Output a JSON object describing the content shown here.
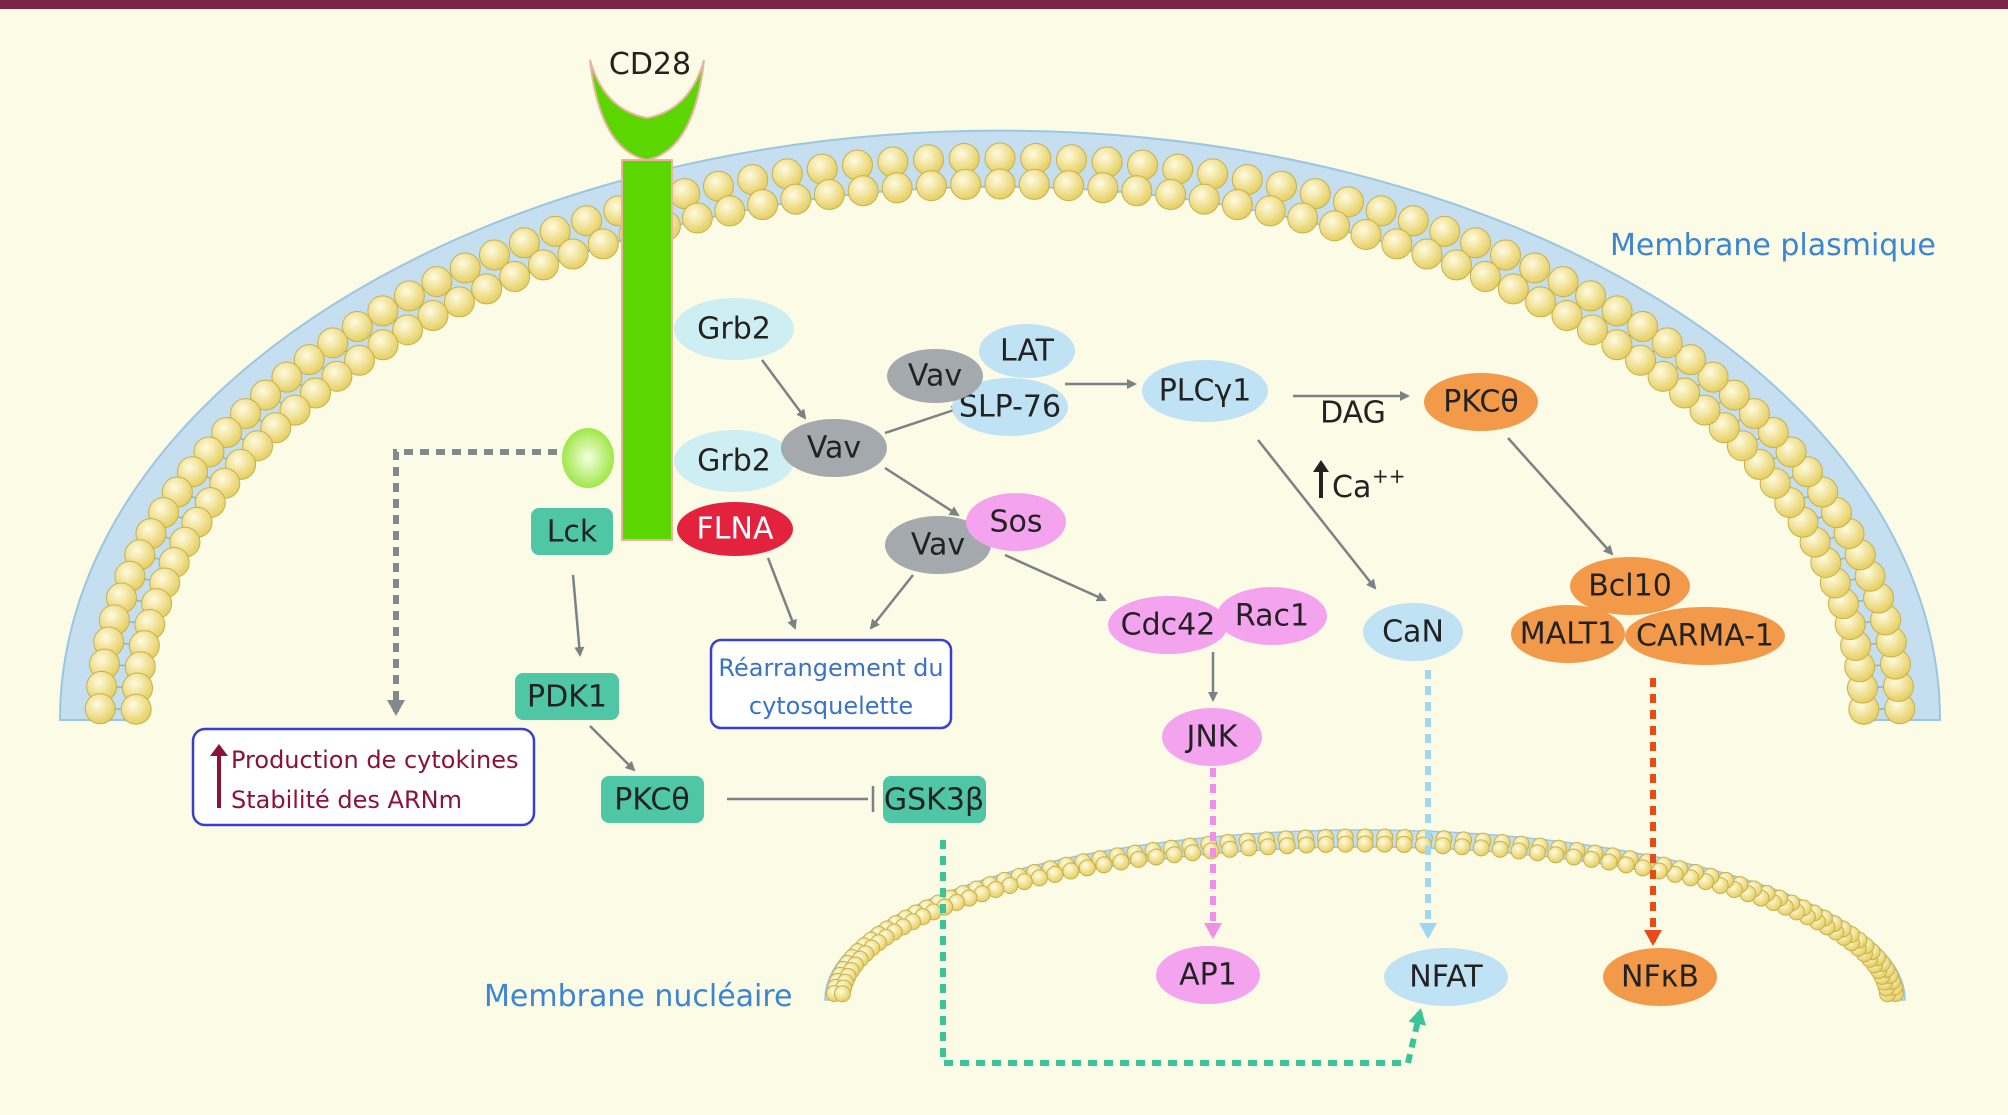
{
  "labels": {
    "cd28": "CD28",
    "membrane_plasmique": "Membrane plasmique",
    "membrane_nucleaire": "Membrane nucléaire",
    "grb2_top": "Grb2",
    "grb2_bottom": "Grb2",
    "vav_center": "Vav",
    "vav_top": "Vav",
    "vav_bottom": "Vav",
    "lat": "LAT",
    "slp76": "SLP-76",
    "plcg1": "PLCγ1",
    "dag": "DAG",
    "pkct_top": "PKCθ",
    "ca": "Ca",
    "ca_sup": "++",
    "can": "CaN",
    "bcl10": "Bcl10",
    "malt1": "MALT1",
    "carma1": "CARMA-1",
    "sos": "Sos",
    "cdc42": "Cdc42",
    "rac1": "Rac1",
    "jnk": "JNK",
    "ap1": "AP1",
    "nfat": "NFAT",
    "nfkb": "NFκB",
    "flna": "FLNA",
    "lck": "Lck",
    "pdk1": "PDK1",
    "pkct_bottom": "PKCθ",
    "gsk3b": "GSK3β",
    "rearr_line1": "Réarrangement du",
    "rearr_line2": "cytosquelette",
    "cyto_line1": "Production de cytokines",
    "cyto_line2": "Stabilité des ARNm"
  },
  "colors": {
    "frame_top": "#7b2547",
    "background": "#fbfbe6",
    "receptor": "#5cd600",
    "lipid_head": "#f3e58c",
    "membrane_band": "#c5dff0",
    "label_blue": "#3a86d4",
    "light_blue_node": "#bfe3f5",
    "teal_node": "#4fc6a6",
    "grey_node": "#a3a9ad",
    "pink_node": "#f4a3ee",
    "orange_node": "#f39a4a",
    "red_node": "#e3223d",
    "cytokine_text": "#8b1338"
  }
}
